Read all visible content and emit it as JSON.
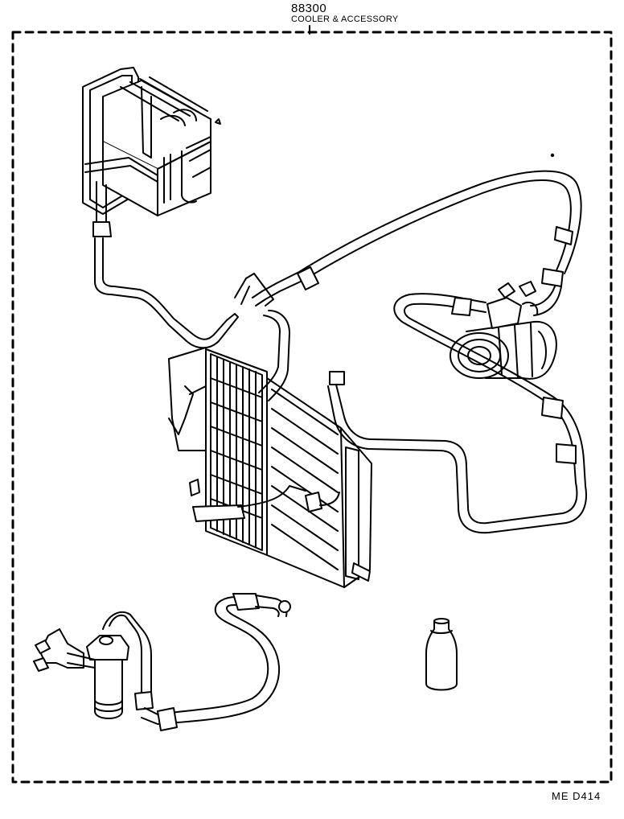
{
  "header": {
    "part_number": "88300",
    "part_name": "COOLER & ACCESSORY"
  },
  "footer": {
    "reference_code": "ME  D414"
  }
}
